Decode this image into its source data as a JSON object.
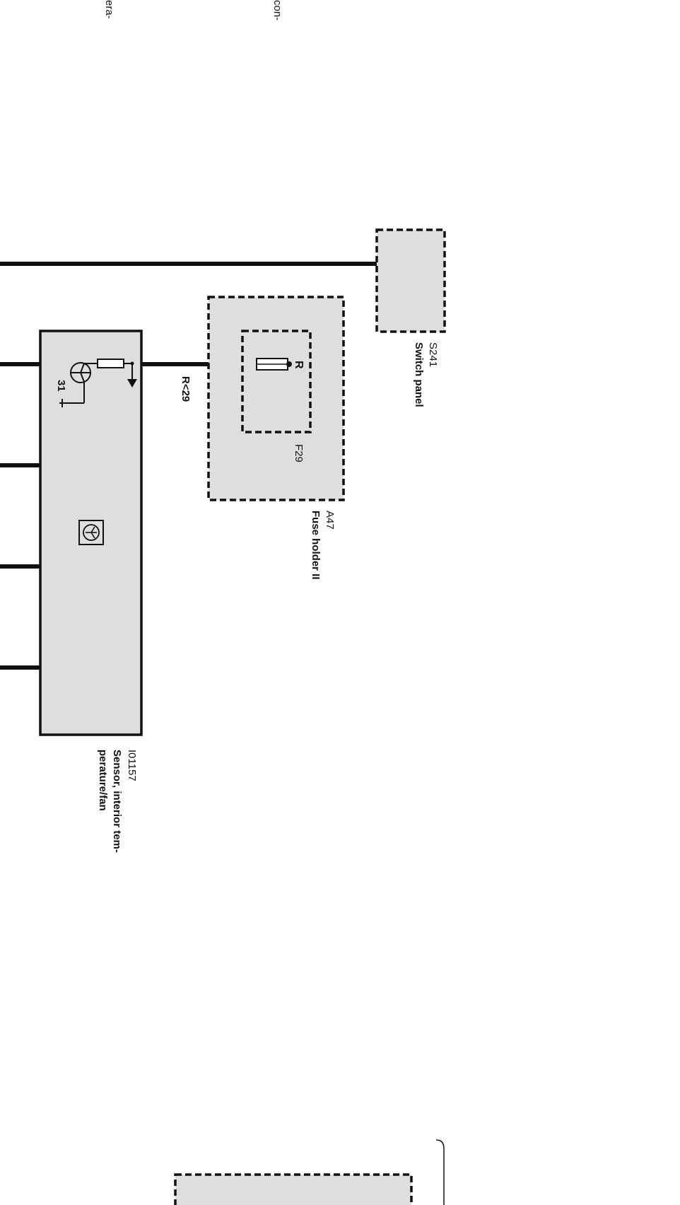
{
  "colors": {
    "line": "#111111",
    "component_fill": "#dedede",
    "background": "#ffffff"
  },
  "top_fragments": {
    "left": "era-",
    "right": "con-"
  },
  "sensor": {
    "code": "I01157",
    "name_line1": "Sensor, interior tem-",
    "name_line2": "perature/fan",
    "pin_ground": "31",
    "icon": "transistor-symbol-icon"
  },
  "wire_label": "R<29",
  "fuse_holder": {
    "code": "A47",
    "name": "Fuse holder II",
    "fuse_code": "F29",
    "pin": "R"
  },
  "switch_panel": {
    "code": "S241",
    "name": "Switch panel"
  }
}
